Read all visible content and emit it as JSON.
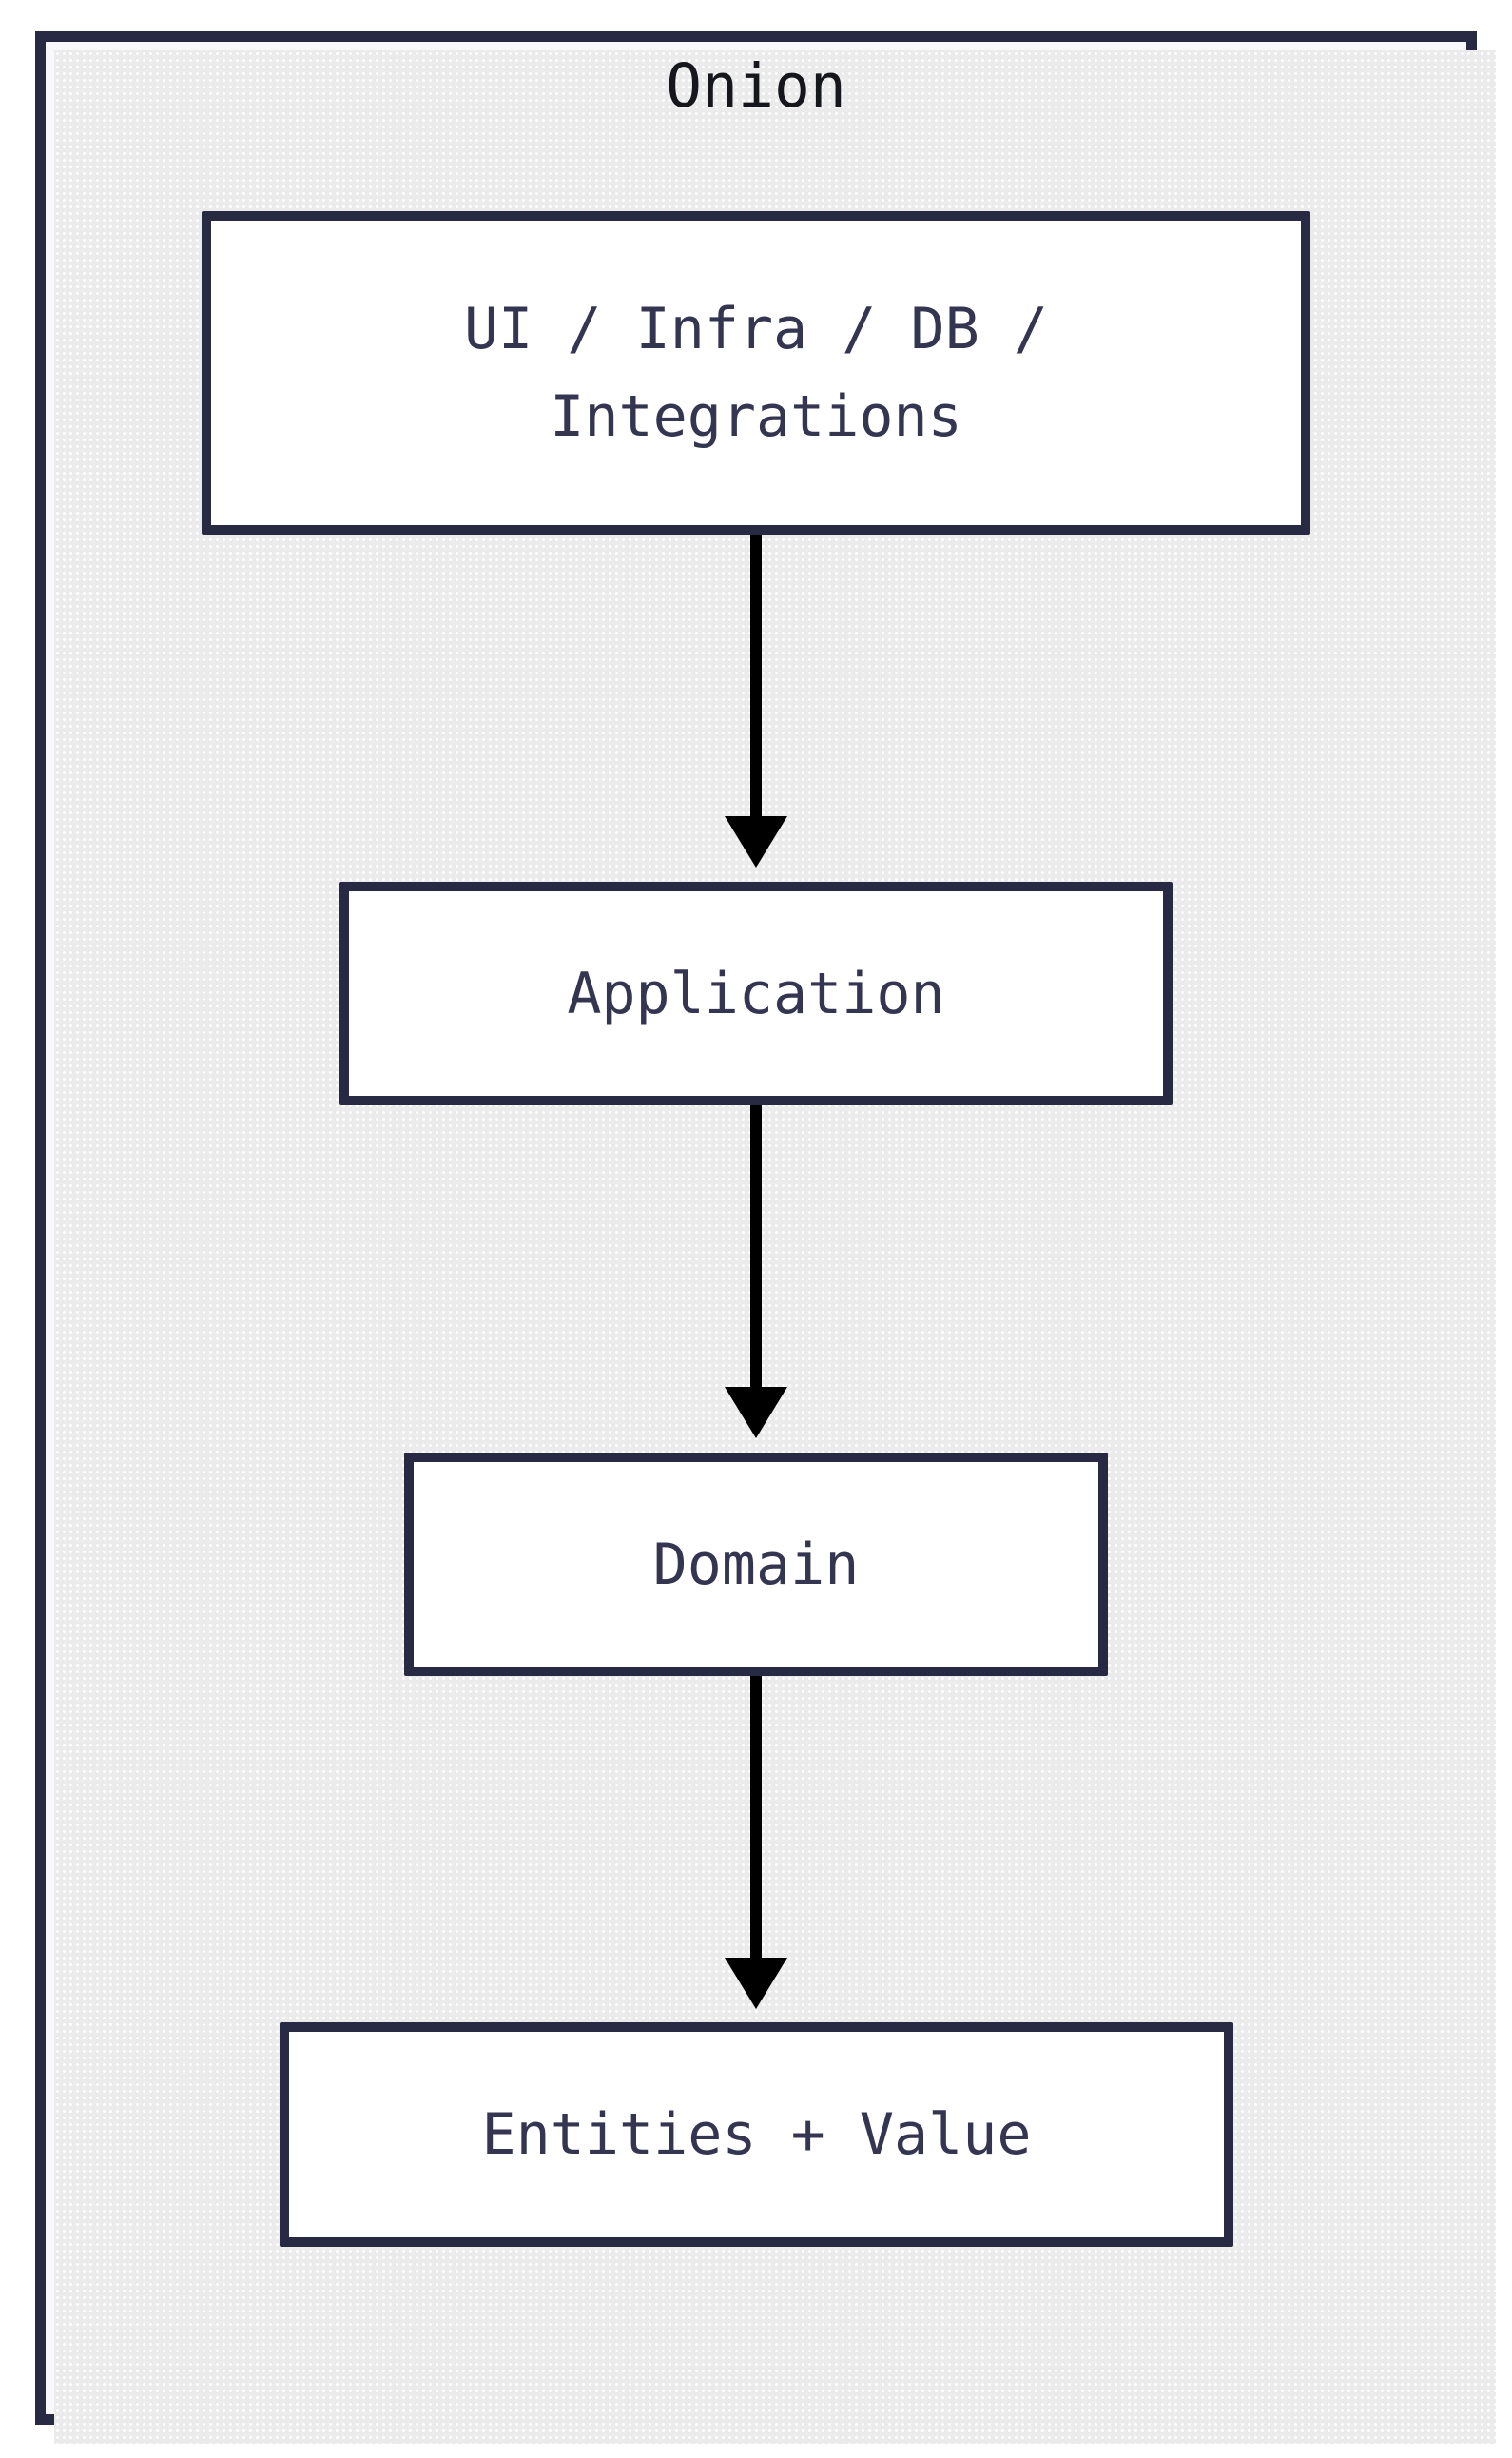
{
  "diagram": {
    "title": "Onion",
    "type": "flowchart",
    "direction": "top-down",
    "nodes": [
      {
        "id": "ui-infra-db-integrations",
        "label": "UI / Infra / DB / Integrations"
      },
      {
        "id": "application",
        "label": "Application"
      },
      {
        "id": "domain",
        "label": "Domain"
      },
      {
        "id": "entities-value",
        "label": "Entities + Value"
      }
    ],
    "edges": [
      {
        "from": "ui-infra-db-integrations",
        "to": "application",
        "style": "solid-arrow-down"
      },
      {
        "from": "application",
        "to": "domain",
        "style": "solid-arrow-down"
      },
      {
        "from": "domain",
        "to": "entities-value",
        "style": "solid-arrow-down"
      }
    ],
    "colors": {
      "canvas": "#ffffff",
      "frame_background": "#f8f8fb",
      "border": "#272a42",
      "node_fill": "#ffffff",
      "node_text": "#343651",
      "title_text": "#16171d",
      "arrow": "#000000",
      "shadow": "#ebebeb"
    }
  }
}
